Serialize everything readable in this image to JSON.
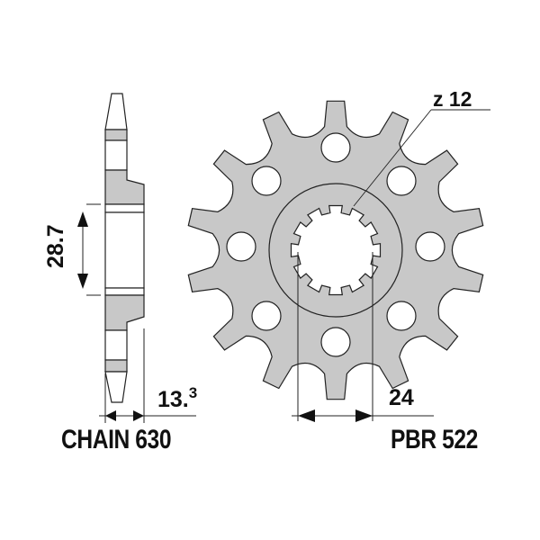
{
  "diagram": {
    "type": "sprocket-technical-drawing",
    "side_view": {
      "hub_width_label": "28.7",
      "thickness_label_main": "13.",
      "thickness_label_sup": "3"
    },
    "front_view": {
      "teeth_count": 14,
      "bolt_holes": 8,
      "spline_label": "z 12",
      "spline_width_label": "24"
    },
    "labels": {
      "chain": "CHAIN 630",
      "part_number": "PBR 522"
    },
    "colors": {
      "fill": "#c8c8c8",
      "stroke": "#222222",
      "background": "#ffffff",
      "text": "#111111"
    }
  }
}
